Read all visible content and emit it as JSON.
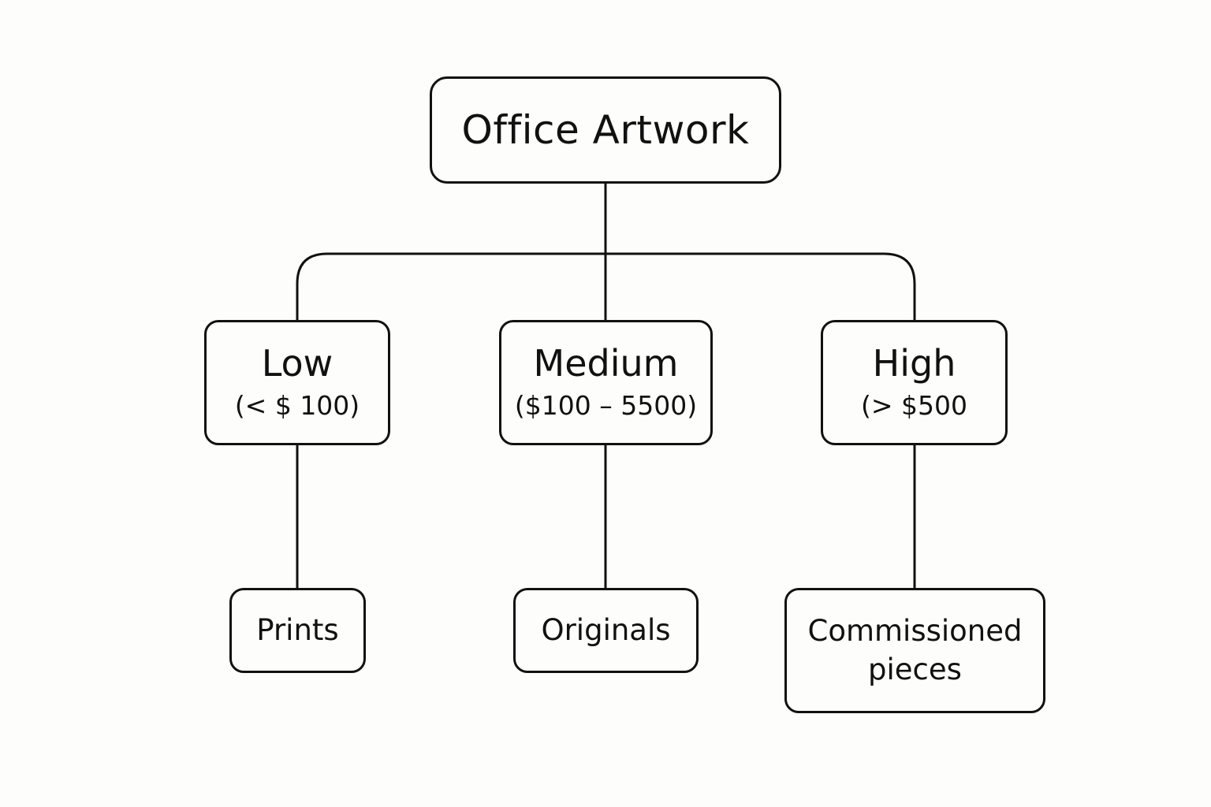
{
  "diagram": {
    "root": {
      "label": "Office Artwork"
    },
    "tiers": [
      {
        "id": "low",
        "label": "Low",
        "range": "(< $ 100)",
        "leaf": "Prints"
      },
      {
        "id": "medium",
        "label": "Medium",
        "range": "($100 – 5500)",
        "leaf": "Originals"
      },
      {
        "id": "high",
        "label": "High",
        "range": "(> $500",
        "leaf": "Commissioned pieces"
      }
    ],
    "colors": {
      "stroke": "#111111",
      "background": "#fdfdfb",
      "text": "#111111"
    }
  }
}
